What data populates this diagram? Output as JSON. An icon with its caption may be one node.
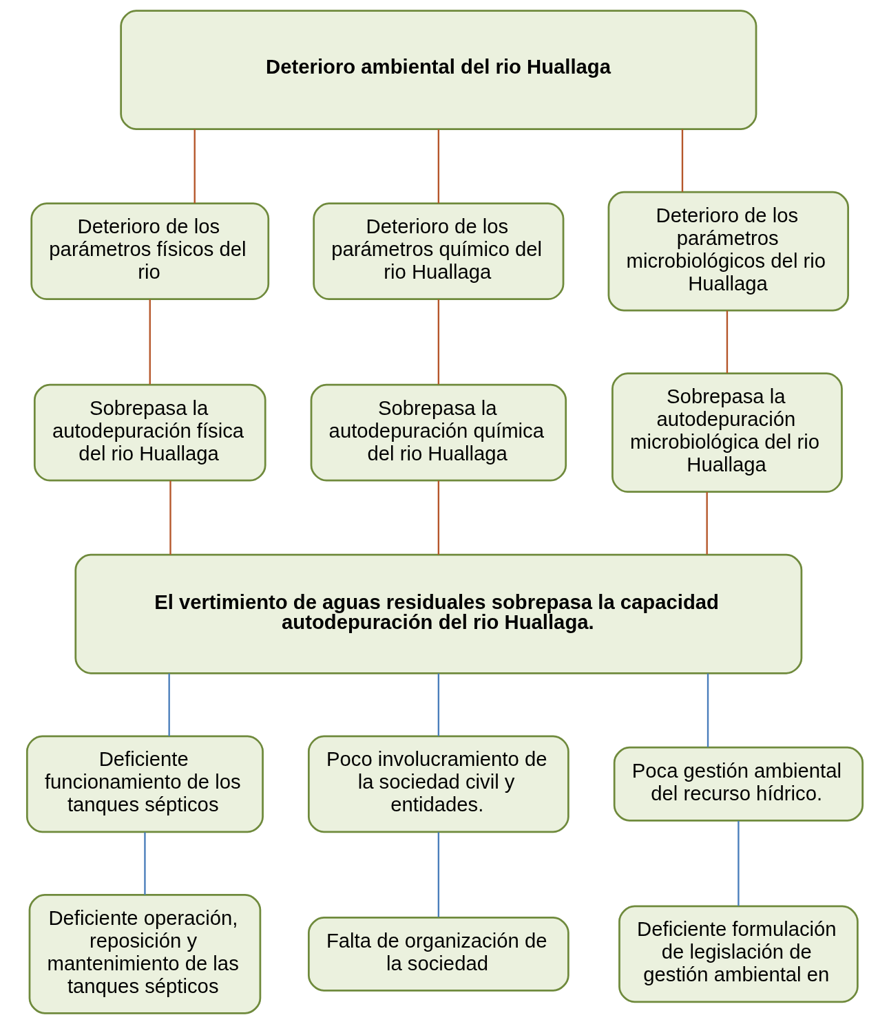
{
  "diagram": {
    "nodes": [
      {
        "text": [
          "Deterioro ambiental del rio Huallaga"
        ]
      },
      {
        "text": [
          "Deterioro de los parámetros físicos del rio"
        ]
      },
      {
        "text": [
          "Deterioro de los parámetros químico del rio Huallaga"
        ]
      },
      {
        "text": [
          "Deterioro de los parámetros microbiológicos del rio Huallaga"
        ]
      },
      {
        "text": [
          "Sobrepasa la autodepuración física del rio Huallaga"
        ]
      },
      {
        "text": [
          "Sobrepasa la autodepuración química del rio Huallaga"
        ]
      },
      {
        "text": [
          "Sobrepasa la autodepuración microbiológica del rio Huallaga"
        ]
      },
      {
        "text": [
          "El vertimiento de aguas residuales sobrepasa la capacidad autodepuración del rio Huallaga."
        ]
      },
      {
        "text": [
          "Deficiente funcionamiento de los tanques sépticos"
        ]
      },
      {
        "text": [
          "Poco involucramiento de la sociedad civil y entidades."
        ]
      },
      {
        "text": [
          "Poca gestión ambiental del recurso hídrico."
        ]
      },
      {
        "text": [
          "Deficiente operación, reposición y mantenimiento de las tanques sépticos"
        ]
      },
      {
        "text": [
          "Falta de organización de la sociedad"
        ]
      },
      {
        "text": [
          "Deficiente formulación de legislación de gestión ambiental en"
        ]
      }
    ],
    "edges": [
      {
        "from": 0,
        "to": 1,
        "arrow": "none"
      },
      {
        "from": 0,
        "to": 2,
        "arrow": "none"
      },
      {
        "from": 0,
        "to": 3,
        "arrow": "none"
      },
      {
        "from": 1,
        "to": 4,
        "arrow": "none"
      },
      {
        "from": 2,
        "to": 5,
        "arrow": "none"
      },
      {
        "from": 3,
        "to": 6,
        "arrow": "none"
      },
      {
        "from": 4,
        "to": 7,
        "arrow": "none"
      },
      {
        "from": 5,
        "to": 7,
        "arrow": "none"
      },
      {
        "from": 6,
        "to": 7,
        "arrow": "none"
      },
      {
        "from": 7,
        "to": 8,
        "arrow": "none",
        "color": "#4a7ebb"
      },
      {
        "from": 7,
        "to": 9,
        "arrow": "none",
        "color": "#4a7ebb"
      },
      {
        "from": 7,
        "to": 10,
        "arrow": "none",
        "color": "#4a7ebb"
      },
      {
        "from": 8,
        "to": 11,
        "arrow": "none",
        "color": "#4a7ebb"
      },
      {
        "from": 9,
        "to": 12,
        "arrow": "none",
        "color": "#4a7ebb"
      },
      {
        "from": 10,
        "to": 13,
        "arrow": "none",
        "color": "#4a7ebb"
      }
    ]
  }
}
